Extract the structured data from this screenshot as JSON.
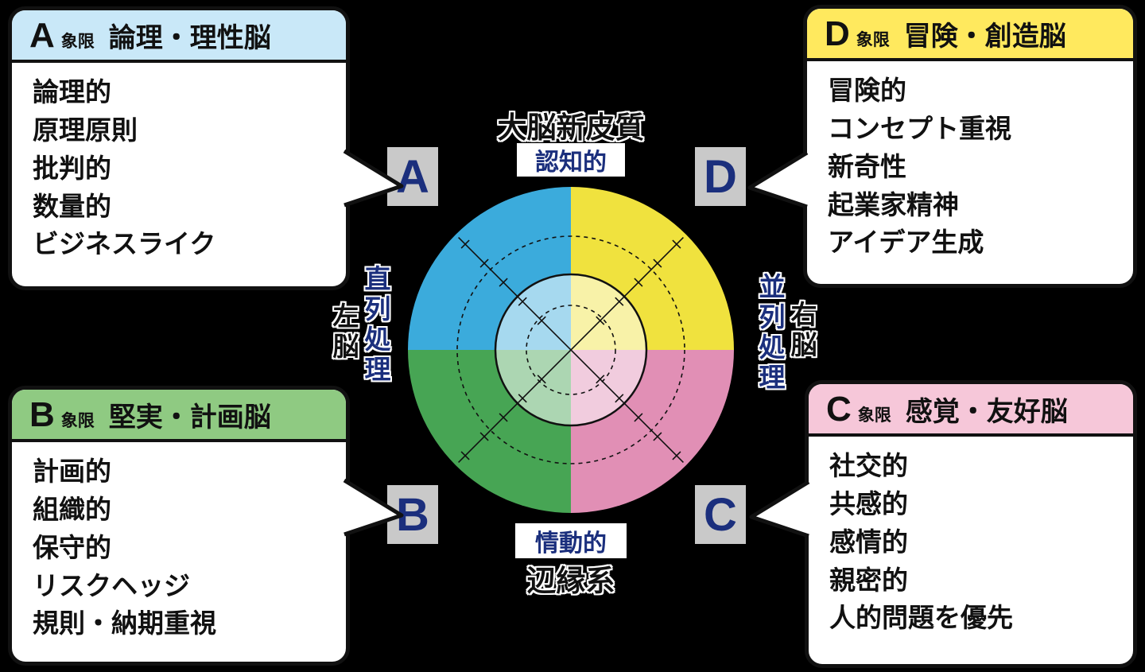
{
  "canvas": {
    "background": "#000000"
  },
  "colors": {
    "navy": "#1b2f7d",
    "line_black": "#111111",
    "letter_chip_bg": "#c9c9c9",
    "quadrant_a_fill": "#3babdc",
    "quadrant_d_fill": "#f0e23e",
    "quadrant_b_fill": "#47a554",
    "quadrant_c_fill": "#e18fb5",
    "header_a_bg": "#c9e8f8",
    "header_d_bg": "#ffe95e",
    "header_b_bg": "#8fca82",
    "header_c_bg": "#f6c7d9"
  },
  "boxes": {
    "a": {
      "letter": "A",
      "suffix": "象限",
      "title": "論理・理性脳",
      "items": [
        "論理的",
        "原理原則",
        "批判的",
        "数量的",
        "ビジネスライク"
      ]
    },
    "d": {
      "letter": "D",
      "suffix": "象限",
      "title": "冒険・創造脳",
      "items": [
        "冒険的",
        "コンセプト重視",
        "新奇性",
        "起業家精神",
        "アイデア生成"
      ]
    },
    "b": {
      "letter": "B",
      "suffix": "象限",
      "title": "堅実・計画脳",
      "items": [
        "計画的",
        "組織的",
        "保守的",
        "リスクヘッジ",
        "規則・納期重視"
      ]
    },
    "c": {
      "letter": "C",
      "suffix": "象限",
      "title": "感覚・友好脳",
      "items": [
        "社交的",
        "共感的",
        "感情的",
        "親密的",
        "人的問題を優先"
      ]
    }
  },
  "wheel": {
    "letter_a": "A",
    "letter_b": "B",
    "letter_c": "C",
    "letter_d": "D",
    "top_label": "大脳新皮質",
    "top_tag": "認知的",
    "bottom_tag": "情動的",
    "bottom_label": "辺縁系",
    "left_tag": "直列処理",
    "left_label": "左脳",
    "right_tag": "並列処理",
    "right_label": "右脳"
  }
}
